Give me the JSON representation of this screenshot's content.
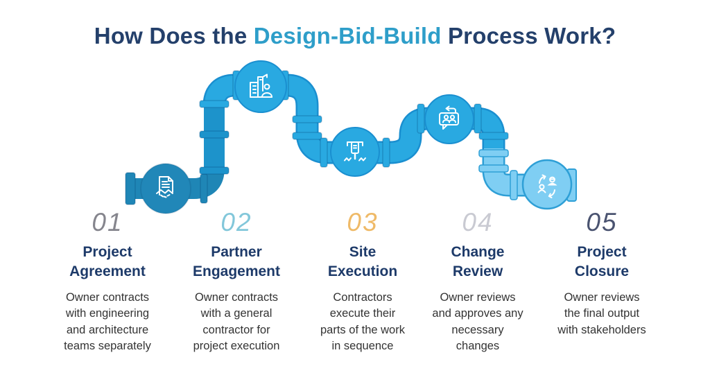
{
  "title": {
    "prefix": "How Does the ",
    "highlight": "Design-Bid-Build",
    "suffix": " Process Work?"
  },
  "colors": {
    "title_text": "#24406b",
    "title_accent": "#2e9ec9",
    "pipe_dark_teal": "#1f86b6",
    "pipe_medium": "#1d93cb",
    "pipe_bright": "#29a9e1",
    "pipe_light": "#7fcef3",
    "pipe_outline": "#1a8fd0",
    "step_title_text": "#1d3a69",
    "description_text": "#333333"
  },
  "steps": [
    {
      "number": "01",
      "number_style": "color:#85858d",
      "title": "Project\nAgreement",
      "description": "Owner contracts\nwith engineering\nand architecture\nteams separately",
      "icon": "contract-handshake-icon"
    },
    {
      "number": "02",
      "number_style": "color:#82c7da",
      "title": "Partner\nEngagement",
      "description": "Owner contracts\nwith a general\ncontractor for\nproject execution",
      "icon": "building-person-icon"
    },
    {
      "number": "03",
      "number_style": "color:#efba68",
      "title": "Site\nExecution",
      "description": "Contractors\nexecute their\nparts of the work\nin sequence",
      "icon": "jackhammer-icon"
    },
    {
      "number": "04",
      "number_style": "color:#c9cad2",
      "title": "Change\nReview",
      "description": "Owner reviews\nand approves any\nnecessary\nchanges",
      "icon": "feedback-review-icon"
    },
    {
      "number": "05",
      "number_style": "color:#4a5370",
      "title": "Project\nClosure",
      "description": "Owner reviews\nthe final output\nwith stakeholders",
      "icon": "people-handover-icon"
    }
  ]
}
